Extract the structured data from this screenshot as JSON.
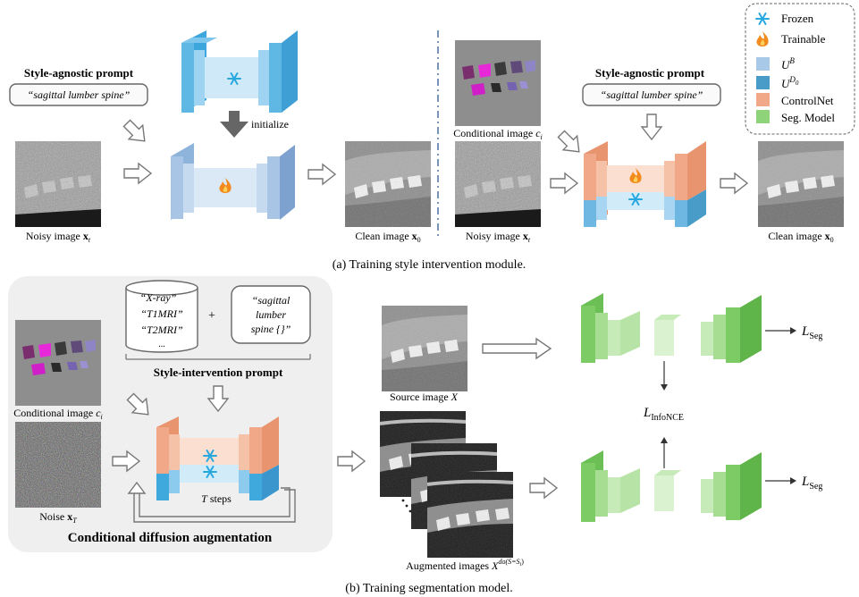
{
  "legend": {
    "frozen": "Frozen",
    "trainable": "Trainable",
    "ub_base": "U",
    "ub_sup": "B",
    "ud_base": "U",
    "ud_sup": "D",
    "ud_sub": "0",
    "controlnet": "ControlNet",
    "seg_model": "Seg. Model",
    "colors": {
      "ub": "#a9c9e8",
      "ud": "#4a9cc8",
      "controlnet": "#f0a888",
      "seg": "#8ed37a"
    },
    "icons": [
      "snowflake-icon",
      "flame-icon"
    ]
  },
  "panel_a": {
    "style_agnostic_title": "Style-agnostic prompt",
    "prompt_text": "“sagittal lumber spine”",
    "initialize": "initialize",
    "noisy_image": "Noisy image",
    "noisy_math": "x",
    "noisy_sub": "t",
    "clean_image": "Clean image",
    "clean_math": "x",
    "clean_sub": "0",
    "conditional_image": "Conditional image",
    "cond_math": "c",
    "cond_sub": "i",
    "caption": "(a) Training style intervention module."
  },
  "panel_b": {
    "prompt_list": [
      "“X-ray”",
      "“T1MRI”",
      "“T2MRI”",
      "..."
    ],
    "plus": "+",
    "template_lines": [
      "“sagittal",
      "lumber",
      "spine {}”"
    ],
    "style_intervention_title": "Style-intervention prompt",
    "conditional_image": "Conditional image",
    "cond_math": "c",
    "cond_sub": "i",
    "noise": "Noise",
    "noise_math": "x",
    "noise_sub": "T",
    "t_steps_var": "T",
    "t_steps": "steps",
    "cond_diffusion_title": "Conditional diffusion augmentation",
    "source_image": "Source image",
    "source_math": "X",
    "augmented_images": "Augmented images",
    "aug_math": "X",
    "aug_sup": "do(S=S",
    "aug_sup_sub": "i",
    "aug_sup_end": ")",
    "loss_seg_top": "L",
    "loss_seg_sub": "Seg",
    "loss_infonce": "L",
    "loss_infonce_sub": "InfoNCE",
    "caption": "(b) Training segmentation model."
  }
}
